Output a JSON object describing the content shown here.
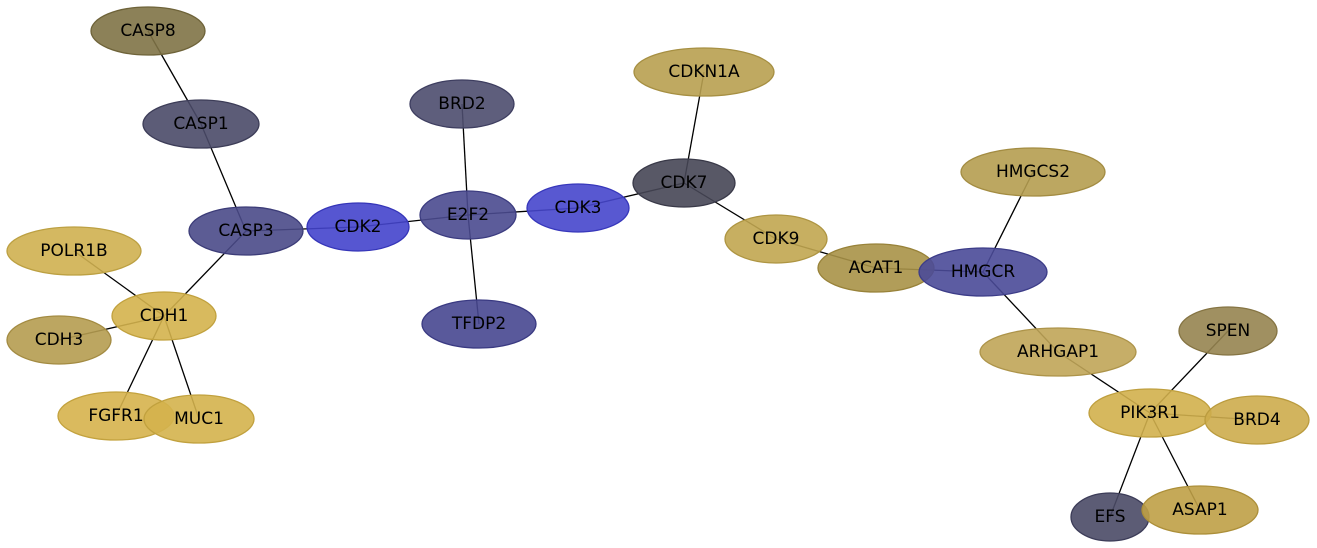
{
  "network": {
    "nodes": [
      {
        "id": "CASP8",
        "label": "CASP8",
        "fill": "#7f7346",
        "stroke": "#6e6339"
      },
      {
        "id": "CASP1",
        "label": "CASP1",
        "fill": "#4a4a68",
        "stroke": "#3d3d58"
      },
      {
        "id": "CASP3",
        "label": "CASP3",
        "fill": "#4a4a88",
        "stroke": "#3c3c78"
      },
      {
        "id": "CDK2",
        "label": "CDK2",
        "fill": "#4444cc",
        "stroke": "#3535b8"
      },
      {
        "id": "E2F2",
        "label": "E2F2",
        "fill": "#4a4a8f",
        "stroke": "#3c3c80"
      },
      {
        "id": "BRD2",
        "label": "BRD2",
        "fill": "#4c4c6e",
        "stroke": "#3e3e60"
      },
      {
        "id": "TFDP2",
        "label": "TFDP2",
        "fill": "#474790",
        "stroke": "#3a3a82"
      },
      {
        "id": "CDK3",
        "label": "CDK3",
        "fill": "#4646cc",
        "stroke": "#3737bb"
      },
      {
        "id": "CDK7",
        "label": "CDK7",
        "fill": "#464655",
        "stroke": "#393948"
      },
      {
        "id": "CDKN1A",
        "label": "CDKN1A",
        "fill": "#b8a050",
        "stroke": "#a68f42"
      },
      {
        "id": "CDK9",
        "label": "CDK9",
        "fill": "#c1a650",
        "stroke": "#ae9542"
      },
      {
        "id": "ACAT1",
        "label": "ACAT1",
        "fill": "#a99247",
        "stroke": "#988239"
      },
      {
        "id": "HMGCR",
        "label": "HMGCR",
        "fill": "#4a4a98",
        "stroke": "#3c3c88"
      },
      {
        "id": "HMGCS2",
        "label": "HMGCS2",
        "fill": "#b59d50",
        "stroke": "#a38c42"
      },
      {
        "id": "ARHGAP1",
        "label": "ARHGAP1",
        "fill": "#c0a558",
        "stroke": "#ad944a"
      },
      {
        "id": "SPEN",
        "label": "SPEN",
        "fill": "#968450",
        "stroke": "#857443"
      },
      {
        "id": "PIK3R1",
        "label": "PIK3R1",
        "fill": "#d2b04c",
        "stroke": "#bf9f3e"
      },
      {
        "id": "BRD4",
        "label": "BRD4",
        "fill": "#cdac4c",
        "stroke": "#ba9b3e"
      },
      {
        "id": "EFS",
        "label": "EFS",
        "fill": "#4a4a66",
        "stroke": "#3c3c58"
      },
      {
        "id": "ASAP1",
        "label": "ASAP1",
        "fill": "#bfa046",
        "stroke": "#ac8f39"
      },
      {
        "id": "POLR1B",
        "label": "POLR1B",
        "fill": "#cfb050",
        "stroke": "#bca042"
      },
      {
        "id": "CDH1",
        "label": "CDH1",
        "fill": "#d4b24c",
        "stroke": "#c1a13e"
      },
      {
        "id": "CDH3",
        "label": "CDH3",
        "fill": "#b59c50",
        "stroke": "#a38b42"
      },
      {
        "id": "FGFR1",
        "label": "FGFR1",
        "fill": "#d6b34c",
        "stroke": "#c3a23e"
      },
      {
        "id": "MUC1",
        "label": "MUC1",
        "fill": "#d4b24c",
        "stroke": "#c1a13e"
      }
    ],
    "edges": [
      [
        "CASP8",
        "CASP1"
      ],
      [
        "CASP1",
        "CASP3"
      ],
      [
        "CASP3",
        "CDK2"
      ],
      [
        "CASP3",
        "CDH1"
      ],
      [
        "CDK2",
        "E2F2"
      ],
      [
        "E2F2",
        "BRD2"
      ],
      [
        "E2F2",
        "TFDP2"
      ],
      [
        "E2F2",
        "CDK3"
      ],
      [
        "CDK3",
        "CDK7"
      ],
      [
        "CDK7",
        "CDKN1A"
      ],
      [
        "CDK7",
        "CDK9"
      ],
      [
        "CDK9",
        "ACAT1"
      ],
      [
        "ACAT1",
        "HMGCR"
      ],
      [
        "HMGCR",
        "HMGCS2"
      ],
      [
        "HMGCR",
        "ARHGAP1"
      ],
      [
        "ARHGAP1",
        "PIK3R1"
      ],
      [
        "PIK3R1",
        "SPEN"
      ],
      [
        "PIK3R1",
        "BRD4"
      ],
      [
        "PIK3R1",
        "EFS"
      ],
      [
        "PIK3R1",
        "ASAP1"
      ],
      [
        "CDH1",
        "POLR1B"
      ],
      [
        "CDH1",
        "CDH3"
      ],
      [
        "CDH1",
        "FGFR1"
      ],
      [
        "CDH1",
        "MUC1"
      ]
    ]
  }
}
